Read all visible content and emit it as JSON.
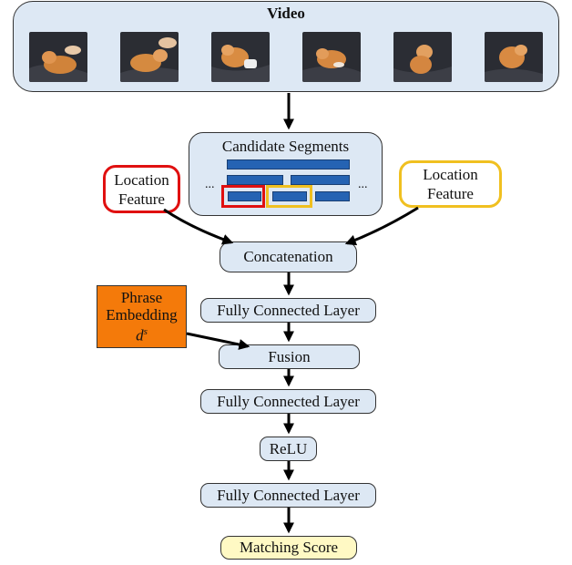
{
  "video": {
    "title": "Video",
    "frame_count": 6
  },
  "candidates": {
    "title": "Candidate Segments",
    "ellipsis_left": "...",
    "ellipsis_right": "..."
  },
  "location_left": {
    "line1": "Location",
    "line2": "Feature",
    "border_color": "#e01010"
  },
  "location_right": {
    "line1": "Location",
    "line2": "Feature",
    "border_color": "#f0c020"
  },
  "concat": {
    "label": "Concatenation"
  },
  "phrase": {
    "line1": "Phrase",
    "line2": "Embedding",
    "symbol": "d",
    "superscript": "s",
    "color": "#f47a0a"
  },
  "fc1": {
    "label": "Fully Connected Layer"
  },
  "fusion": {
    "label": "Fusion"
  },
  "fc2": {
    "label": "Fully Connected Layer"
  },
  "relu": {
    "label": "ReLU"
  },
  "fc3": {
    "label": "Fully Connected Layer"
  },
  "score": {
    "label": "Matching Score"
  }
}
